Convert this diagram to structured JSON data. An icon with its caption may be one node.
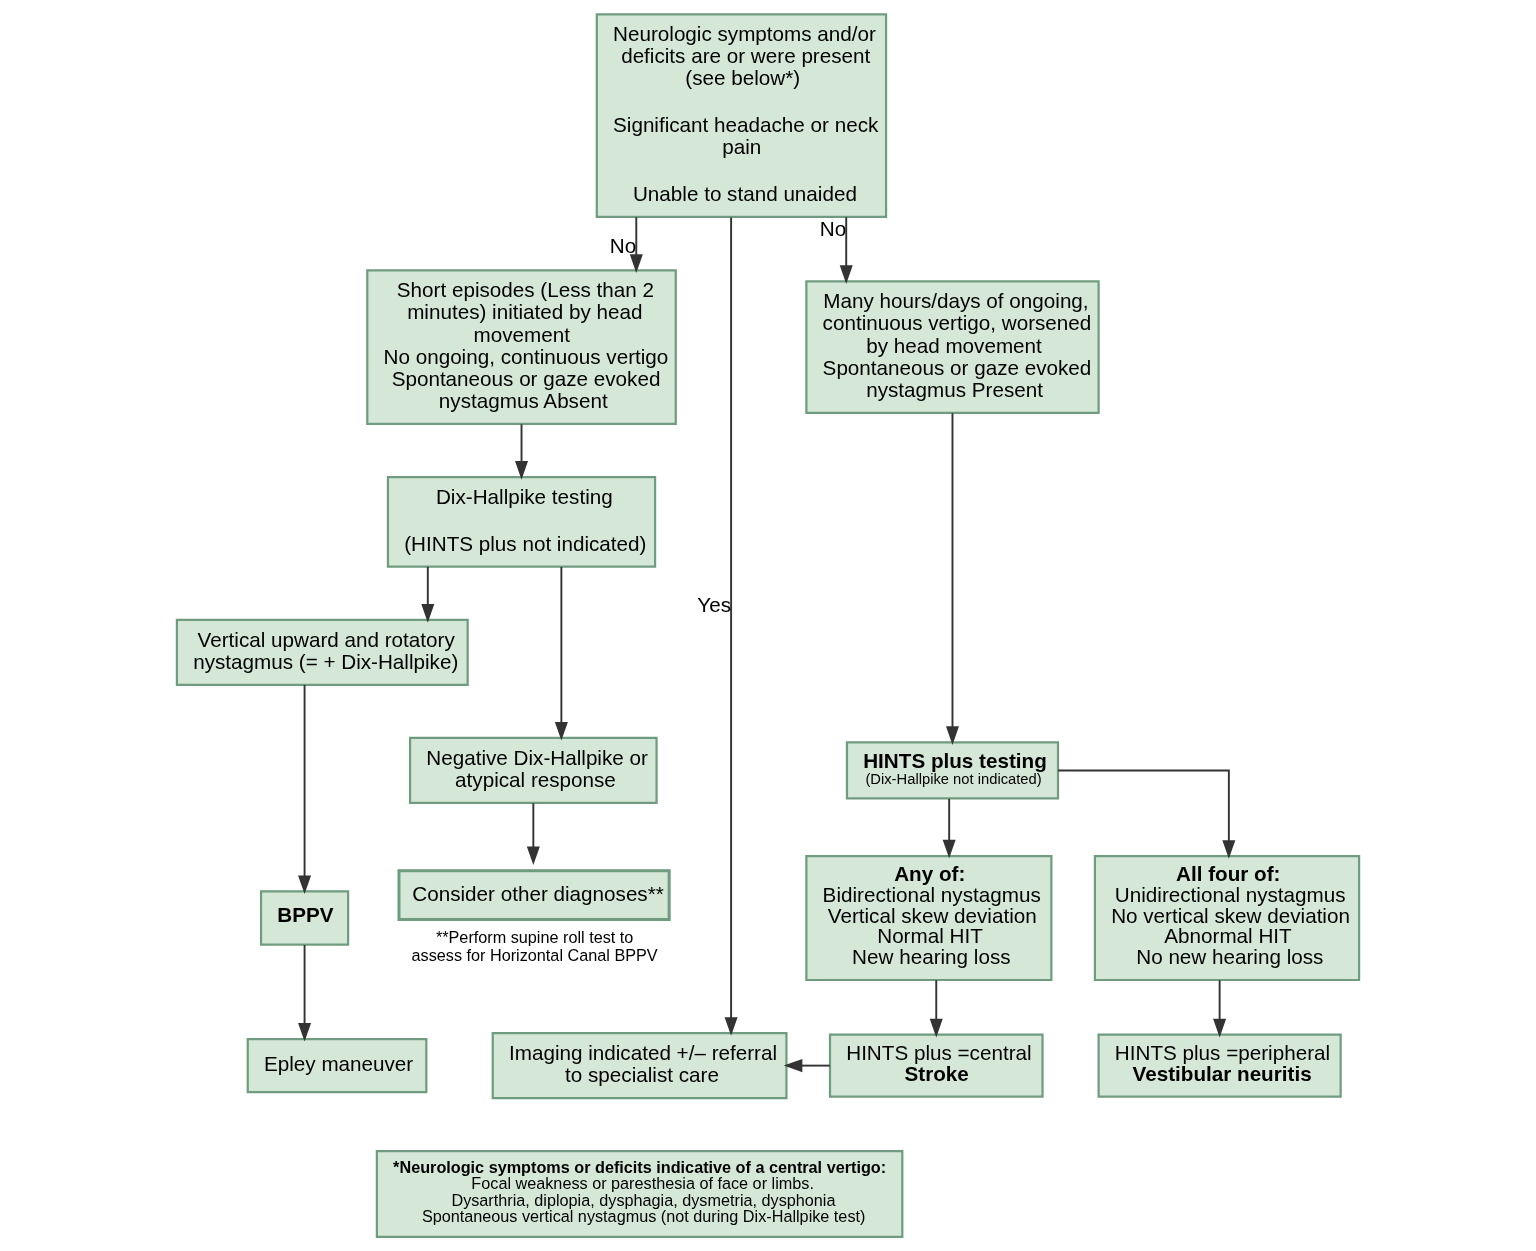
{
  "diagram": {
    "nodes": [
      {
        "text": [
          "Neurologic symptoms and/or deficits are or were present (see below*)",
          "Significant headache or neck pain",
          "Unable to stand unaided"
        ]
      },
      {
        "text": [
          "Short episodes (Less than 2 minutes) initiated by head movement",
          "No ongoing, continuous vertigo",
          "Spontaneous or gaze evoked nystagmus Absent"
        ]
      },
      {
        "text": [
          "Many hours/days of ongoing, continuous vertigo, worsened by head movement",
          "Spontaneous or gaze evoked nystagmus Present"
        ]
      },
      {
        "text": [
          "Dix-Hallpike testing",
          "(HINTS plus not indicated)"
        ]
      },
      {
        "text": [
          "**HINTS plus testing**",
          "(Dix-Hallpike not indicated)"
        ]
      },
      {
        "text": [
          "Vertical upward and rotatory nystagmus (= + Dix-Hallpike)"
        ]
      },
      {
        "text": [
          "Negative Dix-Hallpike or atypical response"
        ]
      },
      {
        "text": [
          "**Any of:**",
          "Bidirectional nystagmus",
          "Vertical skew deviation",
          "Normal HIT",
          "New hearing loss"
        ]
      },
      {
        "text": [
          "**All four of:**",
          "Unidirectional nystagmus",
          "No vertical skew deviation",
          "Abnormal HIT",
          "No new hearing loss"
        ]
      },
      {
        "text": [
          "**BPPV**"
        ]
      },
      {
        "text": [
          "Consider other diagnoses**"
        ],
        "beside": [
          "**Perform supine roll test to assess for Horizontal Canal BPPV"
        ]
      },
      {
        "text": [
          "Imaging indicated +/– referral to specialist care"
        ]
      },
      {
        "text": [
          "HINTS plus =central",
          "**Stroke**"
        ]
      },
      {
        "text": [
          "HINTS plus =peripheral",
          "**Vestibular neuritis**"
        ]
      },
      {
        "text": [
          "Epley maneuver"
        ]
      },
      {
        "text": [
          "***Neurologic symptoms or deficits indicative of a central vertigo:**",
          "Focal weakness or paresthesia of face or limbs.",
          "Dysarthria, diplopia, dysphagia, dysmetria, dysphonia",
          "Spontaneous vertical nystagmus (not during Dix-Hallpike test)"
        ]
      }
    ],
    "edges": [
      {
        "from": 0,
        "to": 1,
        "arrow": "to",
        "label": "No"
      },
      {
        "from": 0,
        "to": 2,
        "arrow": "to",
        "label": "No"
      },
      {
        "from": 0,
        "to": 11,
        "arrow": "to",
        "label": "Yes"
      },
      {
        "from": 1,
        "to": 3,
        "arrow": "to"
      },
      {
        "from": 2,
        "to": 4,
        "arrow": "to"
      },
      {
        "from": 3,
        "to": 5,
        "arrow": "to"
      },
      {
        "from": 3,
        "to": 6,
        "arrow": "to"
      },
      {
        "from": 4,
        "to": 7,
        "arrow": "to"
      },
      {
        "from": 4,
        "to": 8,
        "arrow": "to"
      },
      {
        "from": 5,
        "to": 9,
        "arrow": "to"
      },
      {
        "from": 6,
        "to": 10,
        "arrow": "to"
      },
      {
        "from": 7,
        "to": 12,
        "arrow": "to"
      },
      {
        "from": 8,
        "to": 13,
        "arrow": "to"
      },
      {
        "from": 9,
        "to": 14,
        "arrow": "to"
      },
      {
        "from": 12,
        "to": 11,
        "arrow": "to"
      }
    ]
  }
}
